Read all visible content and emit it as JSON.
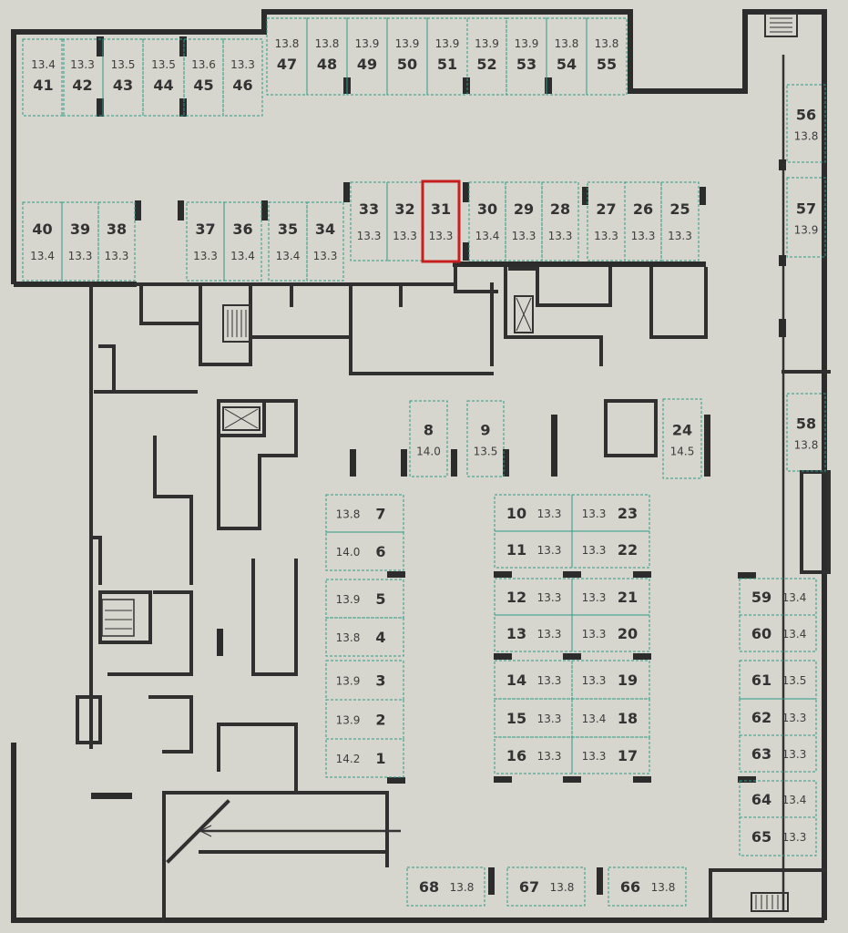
{
  "plan": {
    "selected_spot": "31",
    "spots": [
      {
        "num": "41",
        "area": "13.4"
      },
      {
        "num": "42",
        "area": "13.3"
      },
      {
        "num": "43",
        "area": "13.5"
      },
      {
        "num": "44",
        "area": "13.5"
      },
      {
        "num": "45",
        "area": "13.6"
      },
      {
        "num": "46",
        "area": "13.3"
      },
      {
        "num": "47",
        "area": "13.8"
      },
      {
        "num": "48",
        "area": "13.8"
      },
      {
        "num": "49",
        "area": "13.9"
      },
      {
        "num": "50",
        "area": "13.9"
      },
      {
        "num": "51",
        "area": "13.9"
      },
      {
        "num": "52",
        "area": "13.9"
      },
      {
        "num": "53",
        "area": "13.9"
      },
      {
        "num": "54",
        "area": "13.8"
      },
      {
        "num": "55",
        "area": "13.8"
      },
      {
        "num": "56",
        "area": "13.8"
      },
      {
        "num": "57",
        "area": "13.9"
      },
      {
        "num": "58",
        "area": "13.8"
      },
      {
        "num": "40",
        "area": "13.4"
      },
      {
        "num": "39",
        "area": "13.3"
      },
      {
        "num": "38",
        "area": "13.3"
      },
      {
        "num": "37",
        "area": "13.3"
      },
      {
        "num": "36",
        "area": "13.4"
      },
      {
        "num": "35",
        "area": "13.4"
      },
      {
        "num": "34",
        "area": "13.3"
      },
      {
        "num": "33",
        "area": "13.3"
      },
      {
        "num": "32",
        "area": "13.3"
      },
      {
        "num": "31",
        "area": "13.3"
      },
      {
        "num": "30",
        "area": "13.4"
      },
      {
        "num": "29",
        "area": "13.3"
      },
      {
        "num": "28",
        "area": "13.3"
      },
      {
        "num": "27",
        "area": "13.3"
      },
      {
        "num": "26",
        "area": "13.3"
      },
      {
        "num": "25",
        "area": "13.3"
      },
      {
        "num": "8",
        "area": "14.0"
      },
      {
        "num": "9",
        "area": "13.5"
      },
      {
        "num": "24",
        "area": "14.5"
      },
      {
        "num": "7",
        "area": "13.8"
      },
      {
        "num": "6",
        "area": "14.0"
      },
      {
        "num": "5",
        "area": "13.9"
      },
      {
        "num": "4",
        "area": "13.8"
      },
      {
        "num": "3",
        "area": "13.9"
      },
      {
        "num": "2",
        "area": "13.9"
      },
      {
        "num": "1",
        "area": "14.2"
      },
      {
        "num": "10",
        "area": "13.3"
      },
      {
        "num": "11",
        "area": "13.3"
      },
      {
        "num": "12",
        "area": "13.3"
      },
      {
        "num": "13",
        "area": "13.3"
      },
      {
        "num": "14",
        "area": "13.3"
      },
      {
        "num": "15",
        "area": "13.3"
      },
      {
        "num": "16",
        "area": "13.3"
      },
      {
        "num": "23",
        "area": "13.3"
      },
      {
        "num": "22",
        "area": "13.3"
      },
      {
        "num": "21",
        "area": "13.3"
      },
      {
        "num": "20",
        "area": "13.3"
      },
      {
        "num": "19",
        "area": "13.3"
      },
      {
        "num": "18",
        "area": "13.4"
      },
      {
        "num": "17",
        "area": "13.3"
      },
      {
        "num": "59",
        "area": "13.4"
      },
      {
        "num": "60",
        "area": "13.4"
      },
      {
        "num": "61",
        "area": "13.5"
      },
      {
        "num": "62",
        "area": "13.3"
      },
      {
        "num": "63",
        "area": "13.3"
      },
      {
        "num": "64",
        "area": "13.4"
      },
      {
        "num": "65",
        "area": "13.3"
      },
      {
        "num": "68",
        "area": "13.8"
      },
      {
        "num": "67",
        "area": "13.8"
      },
      {
        "num": "66",
        "area": "13.8"
      }
    ]
  }
}
